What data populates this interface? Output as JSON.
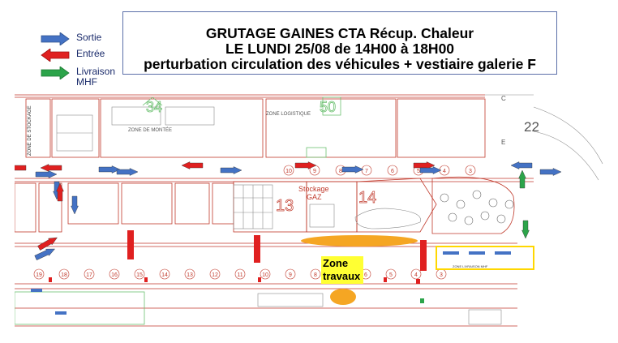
{
  "title": {
    "line1": "GRUTAGE GAINES CTA Récup. Chaleur",
    "line2": "LE LUNDI 25/08 de 14H00 à 18H00",
    "line3": "perturbation circulation des véhicules + vestiaire galerie F"
  },
  "legend": {
    "items": [
      {
        "label": "Sortie",
        "color": "#4472c4"
      },
      {
        "label": "Entrée",
        "color": "#e02020"
      },
      {
        "label": "Livraison MHF",
        "color": "#2ca44a"
      }
    ]
  },
  "work_zone": {
    "label_line1": "Zone",
    "label_line2": "travaux",
    "label_bg": "#ffff33",
    "ellipse_color": "#f5a623"
  },
  "plan_labels": {
    "building_34": "34",
    "building_50": "50",
    "building_22": "22",
    "building_14": "14",
    "building_13": "13",
    "stockage": "Stockage",
    "gaz": "GAZ",
    "zone_stockage": "ZONE DE STOCKAGE",
    "zone_livraison": "ZONE LIVRAISON MHF",
    "zone_montee": "ZONE DE MONTÉE",
    "zone_logistique": "ZONE LOGISTIQUE",
    "marker_e": "E",
    "marker_c": "C",
    "col_nums": [
      "19",
      "18",
      "17",
      "16",
      "15",
      "14",
      "13",
      "12",
      "11",
      "10",
      "9",
      "8",
      "7",
      "6",
      "5",
      "4",
      "3"
    ]
  },
  "colors": {
    "plan_line": "#c0392b",
    "plan_grey": "#8a8a8a",
    "plan_green": "#6cc070",
    "sortie": "#4472c4",
    "entree": "#e02020",
    "livraison": "#2ca44a"
  }
}
